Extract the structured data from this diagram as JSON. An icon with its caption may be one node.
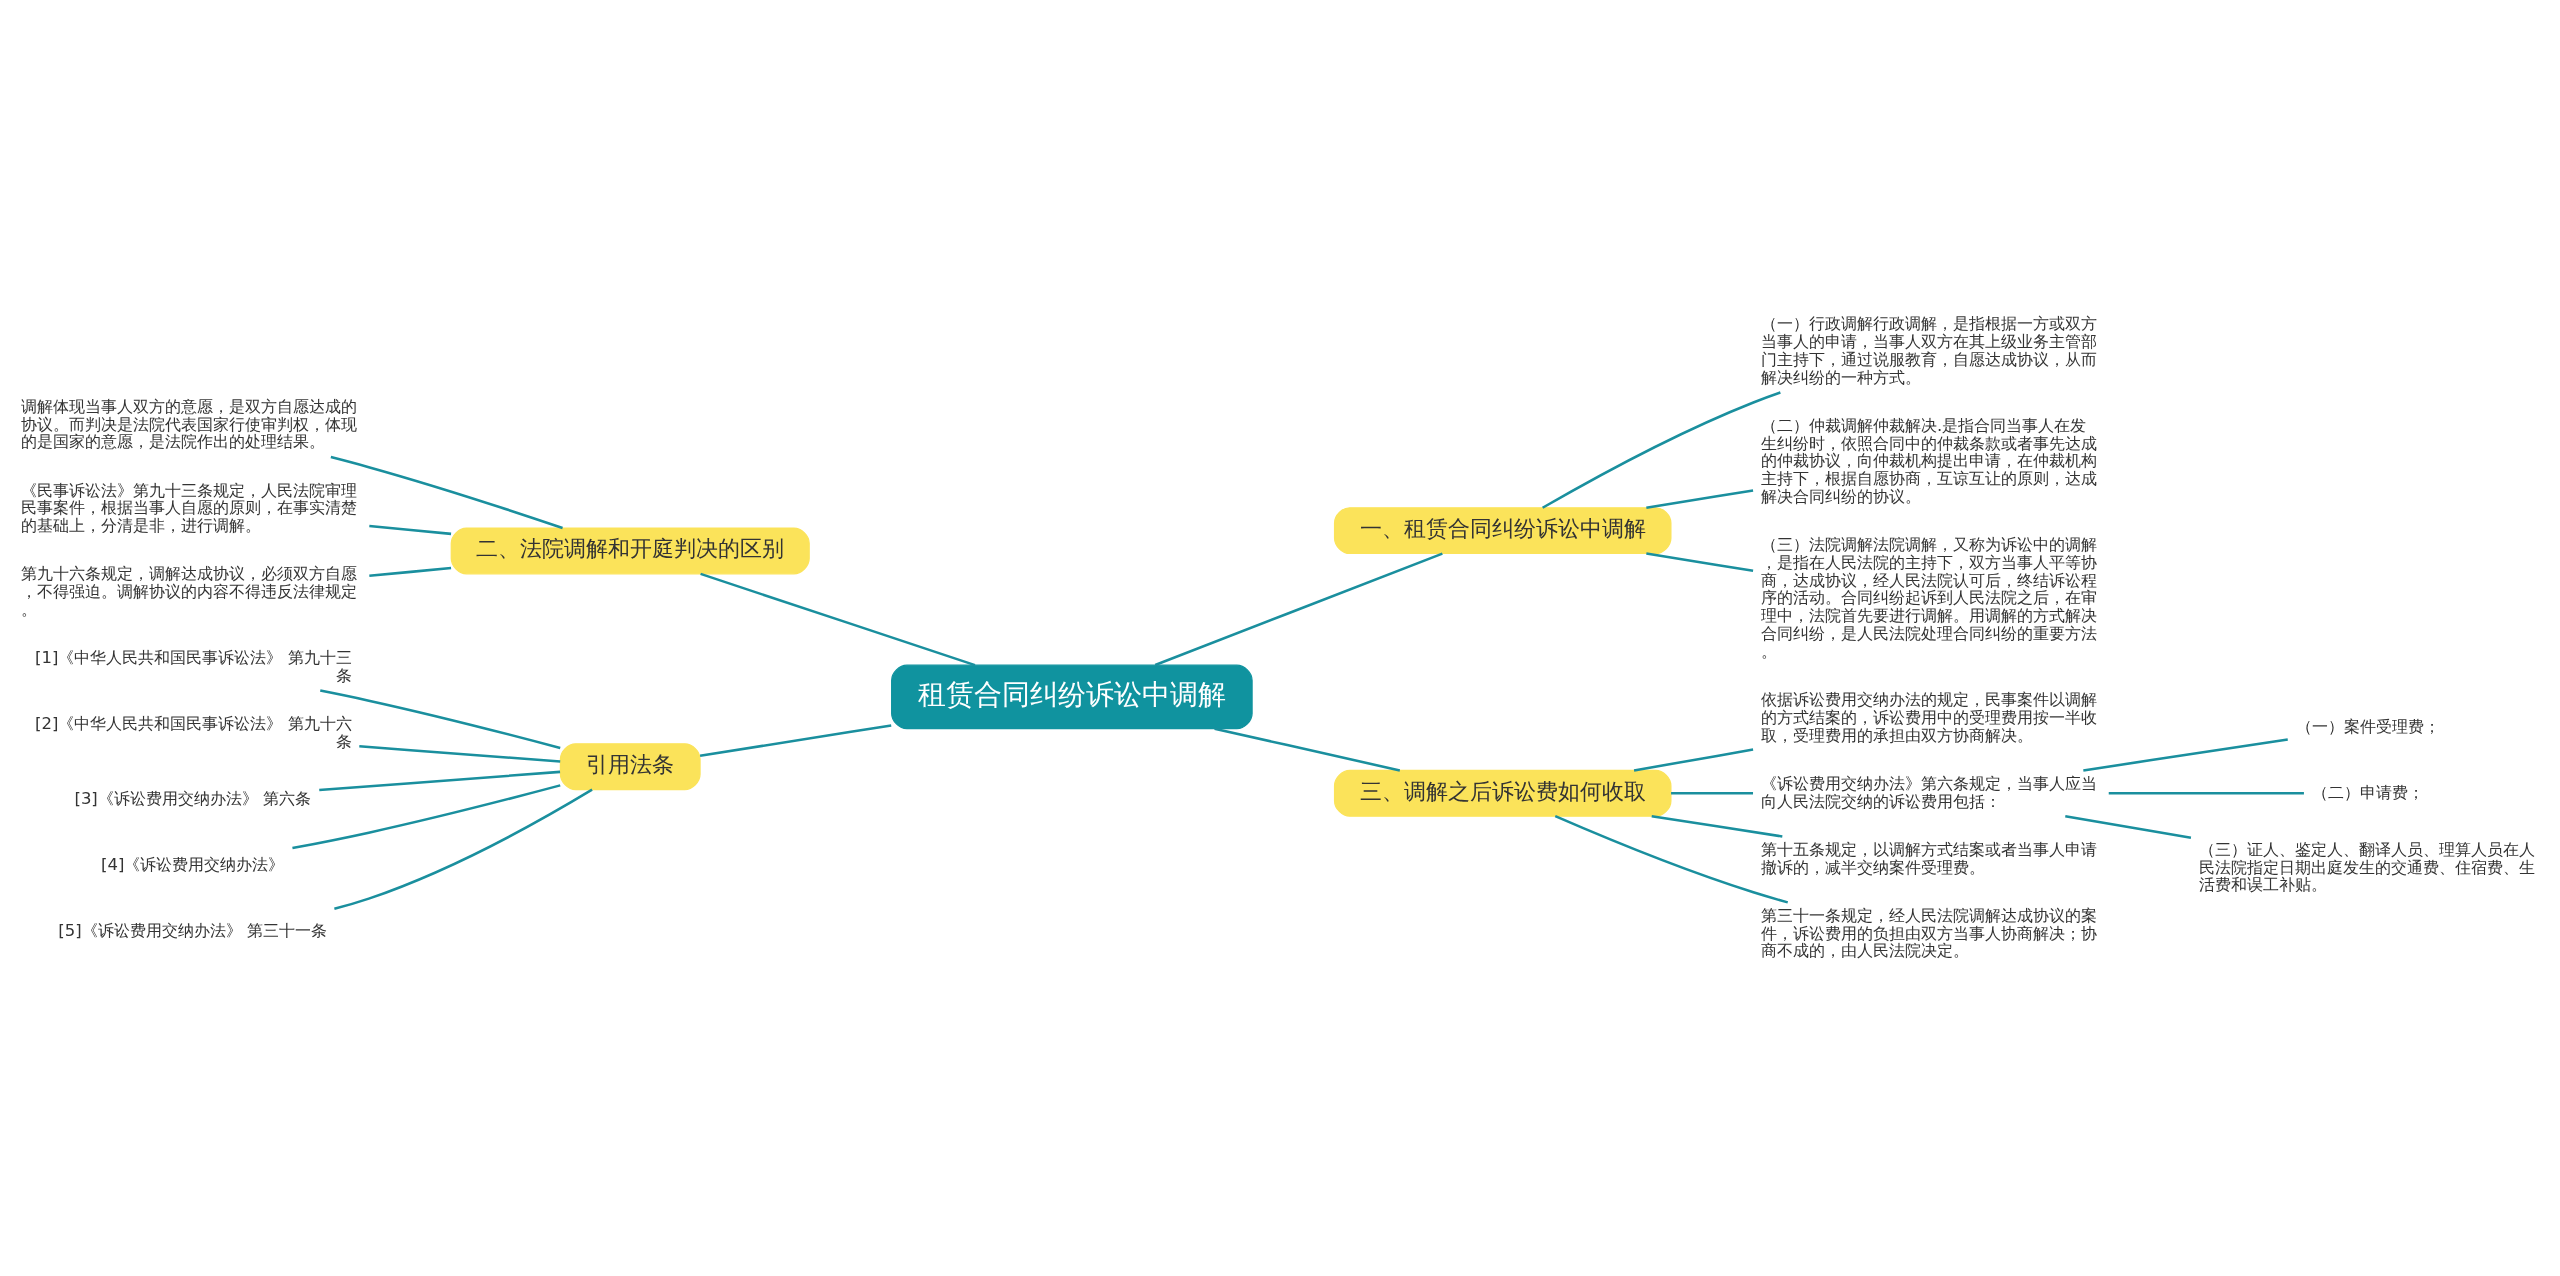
{
  "diagram": {
    "nodes": [
      {
        "text": [
          "租赁合同纠纷诉讼中调解"
        ]
      },
      {
        "text": [
          "一、租赁合同纠纷诉讼中调解"
        ]
      },
      {
        "text": [
          "（一）行政调解行政调解，是指根据一方或双方当事人的申请，当事人双方在其上级业务主管部门主持下，通过说服教育，自愿达成协议，从而解决纠纷的一种方式。"
        ]
      },
      {
        "text": [
          "（二）仲裁调解仲裁解决.是指合同当事人在发生纠纷时，依照合同中的仲裁条款或者事先达成的仲裁协议，向仲裁机构提出申请，在仲裁机构主持下，根据自愿协商，互谅互让的原则，达成解决合同纠纷的协议。"
        ]
      },
      {
        "text": [
          "（三）法院调解法院调解，又称为诉讼中的调解，是指在人民法院的主持下，双方当事人平等协商，达成协议，经人民法院认可后，终结诉讼程序的活动。合同纠纷起诉到人民法院之后，在审理中，法院首先要进行调解。用调解的方式解决合同纠纷，是人民法院处理合同纠纷的重要方法。"
        ]
      },
      {
        "text": [
          "二、法院调解和开庭判决的区别"
        ]
      },
      {
        "text": [
          "调解体现当事人双方的意愿，是双方自愿达成的协议。而判决是法院代表国家行使审判权，体现的是国家的意愿，是法院作出的处理结果。"
        ]
      },
      {
        "text": [
          "《民事诉讼法》第九十三条规定，人民法院审理民事案件，根据当事人自愿的原则，在事实清楚的基础上，分清是非，进行调解。"
        ]
      },
      {
        "text": [
          "第九十六条规定，调解达成协议，必须双方自愿，不得强迫。调解协议的内容不得违反法律规定。"
        ]
      },
      {
        "text": [
          "三、调解之后诉讼费如何收取"
        ]
      },
      {
        "text": [
          "依据诉讼费用交纳办法的规定，民事案件以调解的方式结案的，诉讼费用中的受理费用按一半收取，受理费用的承担由双方协商解决。"
        ]
      },
      {
        "text": [
          "《诉讼费用交纳办法》第六条规定，当事人应当向人民法院交纳的诉讼费用包括："
        ]
      },
      {
        "text": [
          "（一）案件受理费；"
        ]
      },
      {
        "text": [
          "（二）申请费；"
        ]
      },
      {
        "text": [
          "（三）证人、鉴定人、翻译人员、理算人员在人民法院指定日期出庭发生的交通费、住宿费、生活费和误工补贴。"
        ]
      },
      {
        "text": [
          "第十五条规定，以调解方式结案或者当事人申请撤诉的，减半交纳案件受理费。"
        ]
      },
      {
        "text": [
          "第三十一条规定，经人民法院调解达成协议的案件，诉讼费用的负担由双方当事人协商解决；协商不成的，由人民法院决定。"
        ]
      },
      {
        "text": [
          "引用法条"
        ]
      },
      {
        "text": [
          "[1]《中华人民共和国民事诉讼法》 第九十三条"
        ]
      },
      {
        "text": [
          "[2]《中华人民共和国民事诉讼法》 第九十六条"
        ]
      },
      {
        "text": [
          "[3]《诉讼费用交纳办法》 第六条"
        ]
      },
      {
        "text": [
          "[4]《诉讼费用交纳办法》"
        ]
      },
      {
        "text": [
          "[5]《诉讼费用交纳办法》 第三十一条"
        ]
      }
    ],
    "edges": [
      {
        "from": 0,
        "to": 1,
        "arrow": "none"
      },
      {
        "from": 1,
        "to": 2,
        "arrow": "none"
      },
      {
        "from": 1,
        "to": 3,
        "arrow": "none"
      },
      {
        "from": 1,
        "to": 4,
        "arrow": "none"
      },
      {
        "from": 0,
        "to": 5,
        "arrow": "none"
      },
      {
        "from": 5,
        "to": 6,
        "arrow": "none"
      },
      {
        "from": 5,
        "to": 7,
        "arrow": "none"
      },
      {
        "from": 5,
        "to": 8,
        "arrow": "none"
      },
      {
        "from": 0,
        "to": 9,
        "arrow": "none"
      },
      {
        "from": 9,
        "to": 10,
        "arrow": "none"
      },
      {
        "from": 9,
        "to": 11,
        "arrow": "none"
      },
      {
        "from": 11,
        "to": 12,
        "arrow": "none"
      },
      {
        "from": 11,
        "to": 13,
        "arrow": "none"
      },
      {
        "from": 11,
        "to": 14,
        "arrow": "none"
      },
      {
        "from": 9,
        "to": 15,
        "arrow": "none"
      },
      {
        "from": 9,
        "to": 16,
        "arrow": "none"
      },
      {
        "from": 0,
        "to": 17,
        "arrow": "none"
      },
      {
        "from": 17,
        "to": 18,
        "arrow": "none"
      },
      {
        "from": 17,
        "to": 19,
        "arrow": "none"
      },
      {
        "from": 17,
        "to": 20,
        "arrow": "none"
      },
      {
        "from": 17,
        "to": 21,
        "arrow": "none"
      },
      {
        "from": 17,
        "to": 22,
        "arrow": "none"
      }
    ]
  }
}
